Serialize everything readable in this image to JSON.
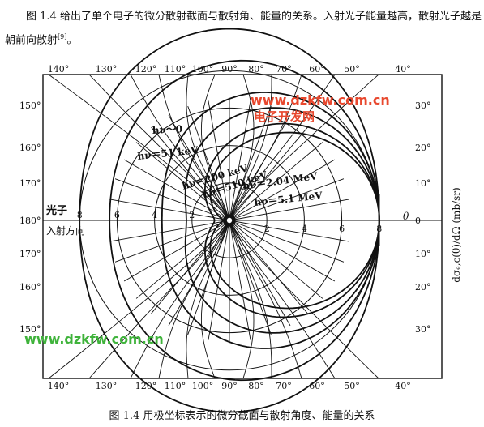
{
  "intro": {
    "text": "图 1.4 给出了单个电子的微分散射截面与散射角、能量的关系。入射光子能量越高，散射光子越是朝前向散射",
    "ref": "[9]",
    "end": "。"
  },
  "caption": "图 1.4  用极坐标表示的微分截面与散射角度、能量的关系",
  "watermarks": {
    "url_top": "www.dzkfw.com.cn",
    "name": "电子开发网",
    "url_bottom": "www.dzkfw.com.cn"
  },
  "diagram": {
    "top_angle_labels": [
      "140°",
      "130°",
      "120°",
      "110°",
      "100°",
      "90°",
      "80°",
      "70°",
      "60°",
      "50°",
      "40°"
    ],
    "bottom_angle_labels": [
      "140°",
      "130°",
      "120°",
      "110°",
      "100°",
      "90°",
      "80°",
      "70°",
      "60°",
      "50°",
      "40°"
    ],
    "left_angle_labels": [
      "150°",
      "160°",
      "170°",
      "180°",
      "170°",
      "160°",
      "150°"
    ],
    "right_angle_labels": [
      "30°",
      "20°",
      "10°",
      "0",
      "10°",
      "20°",
      "30°"
    ],
    "axis_ticks_right": [
      "2",
      "4",
      "6",
      "8"
    ],
    "axis_ticks_left": [
      "8",
      "6",
      "4",
      "2"
    ],
    "curve_labels": [
      "hν～0",
      "hν＝51 keV",
      "hν＝200 keV",
      "hν＝510 keV",
      "hν＝2.04 MeV",
      "hν＝5.1 MeV"
    ],
    "photon_label_1": "光子",
    "photon_label_2": "入射方向",
    "theta_label": "θ",
    "y_axis_label": "dσₑ,c(θ)/dΩ (mb/sr)",
    "colors": {
      "ink": "#111111",
      "watermark_red": "#e8482e",
      "watermark_green": "#3fb33b"
    }
  }
}
